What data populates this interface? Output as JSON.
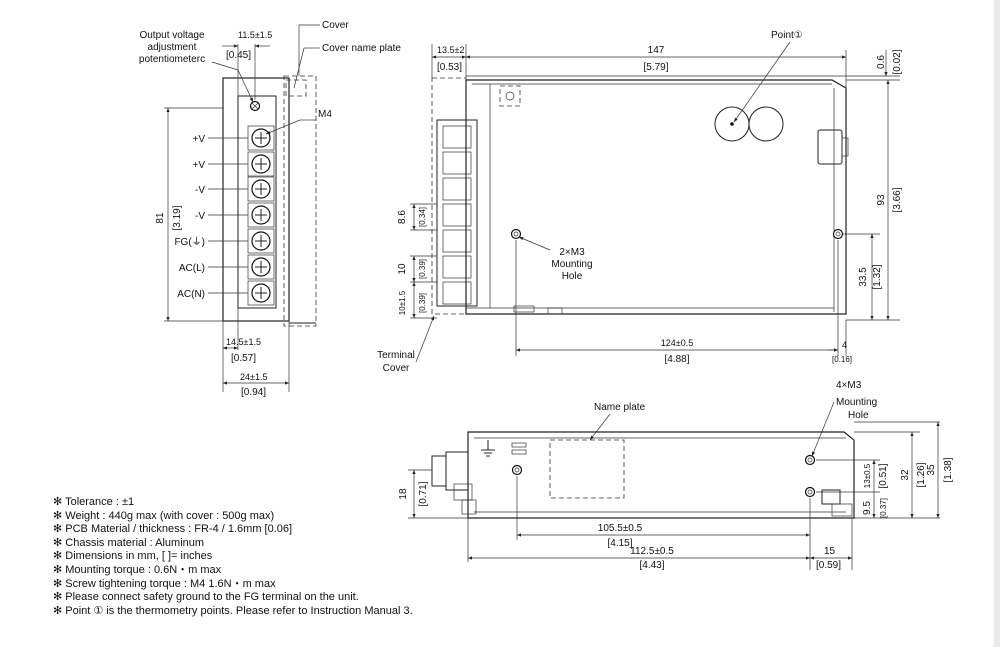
{
  "labels": {
    "output_voltage_pot": [
      "Output voltage",
      "adjustment",
      "potentiometerc"
    ],
    "cover": "Cover",
    "cover_name_plate": "Cover name plate",
    "m4": "M4",
    "terminals": [
      "+V",
      "+V",
      "-V",
      "-V",
      "FG(⏚)",
      "AC(L)",
      "AC(N)"
    ],
    "terminal_cover": [
      "Terminal",
      "Cover"
    ],
    "point1": "Point①",
    "mounting_hole_front": [
      "2×M3",
      "Mounting",
      "Hole"
    ],
    "name_plate": "Name plate",
    "mounting_hole_bottom": [
      "4×M3",
      "Mounting",
      "Hole"
    ]
  },
  "dims": {
    "side_top_mm": "11.5±1.5",
    "side_top_in": "[0.45]",
    "side_height_mm": "81",
    "side_height_in": "[3.19]",
    "side_b1_mm": "14.5±1.5",
    "side_b1_in": "[0.57]",
    "side_b2_mm": "24±1.5",
    "side_b2_in": "[0.94]",
    "front_tl_mm": "13.5±2",
    "front_tl_in": "[0.53]",
    "front_len_mm": "147",
    "front_len_in": "[5.79]",
    "front_r_mm": "0.6",
    "front_r_in": "[0.02]",
    "front_h_mm": "93",
    "front_h_in": "[3.66]",
    "front_pitch_mm": "8.6",
    "front_pitch_in": "[0.34]",
    "front_10_mm": "10",
    "front_10_in": "[0.39]",
    "front_10b_mm": "10±1.5",
    "front_10b_in": "[0.39]",
    "front_335_mm": "33.5",
    "front_335_in": "[1.32]",
    "front_124_mm": "124±0.5",
    "front_124_in": "[4.88]",
    "front_4_mm": "4",
    "front_4_in": "[0.16]",
    "bot_18_mm": "18",
    "bot_18_in": "[0.71]",
    "bot_1055_mm": "105.5±0.5",
    "bot_1055_in": "[4.15]",
    "bot_1125_mm": "112.5±0.5",
    "bot_1125_in": "[4.43]",
    "bot_15_mm": "15",
    "bot_15_in": "[0.59]",
    "bot_13_mm": "13±0.5",
    "bot_13_in": "[0.51]",
    "bot_95_mm": "9.5",
    "bot_95_in": "[0.37]",
    "bot_32_mm": "32",
    "bot_32_in": "[1.26]",
    "bot_35_mm": "35",
    "bot_35_in": "[1.38]"
  },
  "notes": [
    "✻ Tolerance : ±1",
    "✻ Weight : 440g max (with cover : 500g max)",
    "✻ PCB Material / thickness : FR-4 / 1.6mm [0.06]",
    "✻ Chassis material : Aluminum",
    "✻ Dimensions in mm, [ ]= inches",
    "✻ Mounting torque : 0.6N・m max",
    "✻ Screw tightening torque : M4 1.6N・m max",
    "✻ Please connect safety ground to the FG terminal on the unit.",
    "✻ Point ① is the thermometry points. Please refer to Instruction Manual 3."
  ]
}
